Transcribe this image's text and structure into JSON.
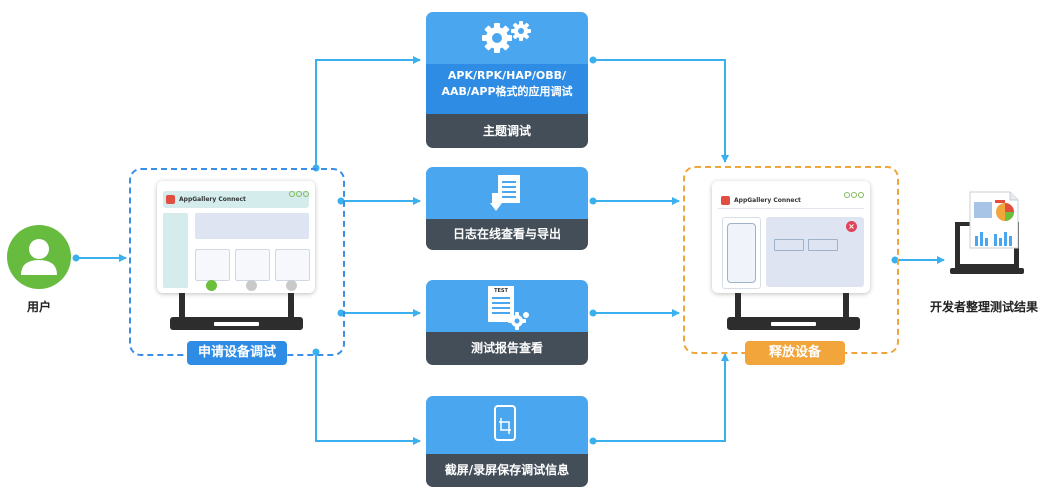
{
  "user": {
    "label": "用户",
    "icon": "person-icon"
  },
  "request_panel": {
    "label": "申请设备调试",
    "app_name": "AppGallery Connect"
  },
  "release_panel": {
    "label": "释放设备",
    "app_name": "AppGallery Connect"
  },
  "cards": [
    {
      "icon": "gears-icon",
      "lines": [
        "APK/RPK/HAP/OBB/",
        "AAB/APP格式的应用调试"
      ],
      "footer": "主题调试"
    },
    {
      "icon": "document-download-icon",
      "footer": "日志在线查看与导出"
    },
    {
      "icon": "test-report-icon",
      "icon_text": "TEST",
      "footer": "测试报告查看"
    },
    {
      "icon": "phone-crop-icon",
      "footer": "截屏/录屏保存调试信息"
    }
  ],
  "result": {
    "label": "开发者整理测试结果",
    "icon": "report-chart-icon"
  },
  "colors": {
    "connector": "#3ab0ee",
    "user": "#67bb3f",
    "request_frame": "#3a8ee6",
    "release_frame": "#f0a53a",
    "card_top": "#4ba6f0",
    "card_bottom": "#434e59"
  }
}
